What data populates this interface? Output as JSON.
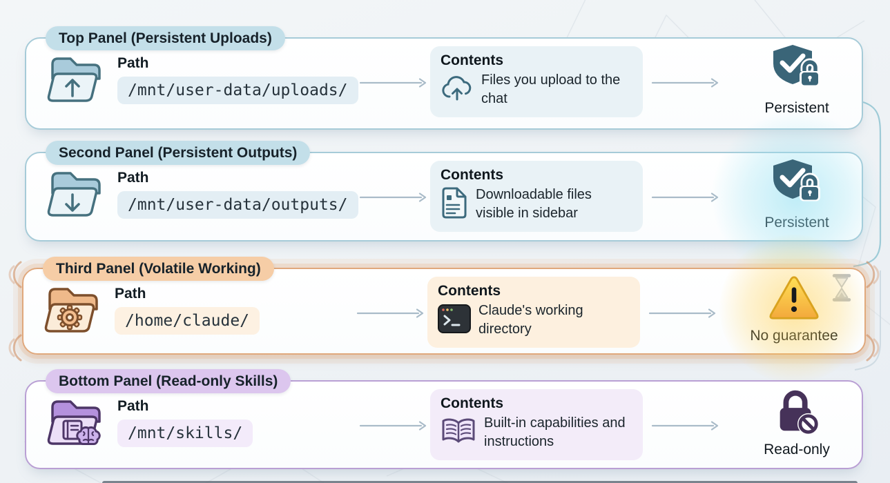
{
  "diagram": {
    "panels": [
      {
        "title": "Top Panel (Persistent Uploads)",
        "path_label": "Path",
        "path_value": "/mnt/user-data/uploads/",
        "contents_label": "Contents",
        "contents_text": "Files you upload to the chat",
        "status_label": "Persistent",
        "folder_icon": "folder-up-arrow",
        "contents_icon": "cloud-upload",
        "status_icon": "shield-check-lock",
        "accent_color": "#a6cbd8",
        "pill_color": "#c3dfe9"
      },
      {
        "title": "Second Panel (Persistent Outputs)",
        "path_label": "Path",
        "path_value": "/mnt/user-data/outputs/",
        "contents_label": "Contents",
        "contents_text": "Downloadable files visible in sidebar",
        "status_label": "Persistent",
        "folder_icon": "folder-down-arrow",
        "contents_icon": "document",
        "status_icon": "shield-check-lock",
        "accent_color": "#a6cbd8",
        "pill_color": "#c3dfe9"
      },
      {
        "title": "Third Panel (Volatile Working)",
        "path_label": "Path",
        "path_value": "/home/claude/",
        "contents_label": "Contents",
        "contents_text": "Claude's working directory",
        "status_label": "No guarantee",
        "folder_icon": "folder-gear",
        "contents_icon": "terminal",
        "status_icon": "warning-triangle",
        "corner_icon": "hourglass",
        "accent_color": "#e0a87c",
        "pill_color": "#f6cda6",
        "status_color": "#f2a93c"
      },
      {
        "title": "Bottom Panel (Read-only Skills)",
        "path_label": "Path",
        "path_value": "/mnt/skills/",
        "contents_label": "Contents",
        "contents_text": "Built-in capabilities and instructions",
        "status_label": "Read-only",
        "folder_icon": "folder-book-brain",
        "contents_icon": "open-book",
        "status_icon": "lock-prohibited",
        "accent_color": "#b99fd4",
        "pill_color": "#dcc6ee"
      }
    ]
  }
}
